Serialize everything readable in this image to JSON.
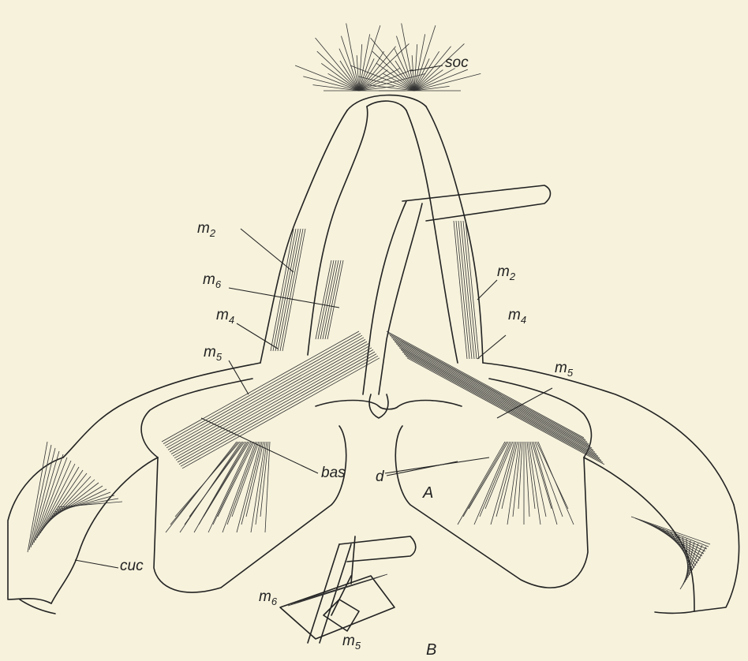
{
  "figure": {
    "panels": [
      "A",
      "B"
    ],
    "labels": {
      "soc": "soc",
      "cuc": "cuc",
      "bas": "bas",
      "d": "d",
      "m2": "m",
      "m2_sub": "2",
      "m4": "m",
      "m4_sub": "4",
      "m5": "m",
      "m5_sub": "5",
      "m6": "m",
      "m6_sub": "6"
    }
  },
  "colors": {
    "background": "#f6f2dc",
    "ink": "#222222"
  }
}
